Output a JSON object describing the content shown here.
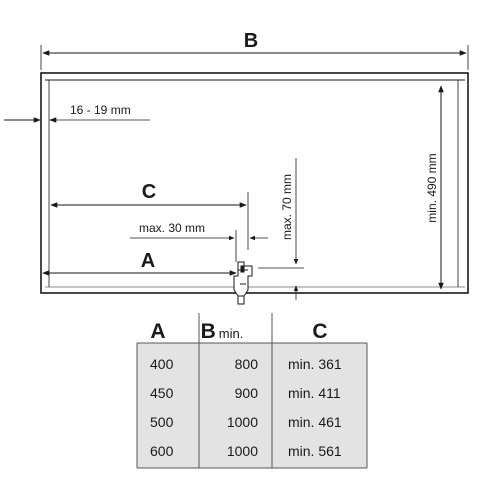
{
  "labels": {
    "a": "A",
    "b": "B",
    "c": "C",
    "gap": "16 - 19 mm",
    "max30": "max. 30 mm",
    "max70": "max. 70 mm",
    "min490": "min. 490 mm"
  },
  "table": {
    "headers": {
      "a": "A",
      "b": "B",
      "b_suffix": "min.",
      "c": "C"
    },
    "rows": [
      {
        "a": "400",
        "b": "800",
        "c": "min. 361"
      },
      {
        "a": "450",
        "b": "900",
        "c": "min. 411"
      },
      {
        "a": "500",
        "b": "1000",
        "c": "min. 461"
      },
      {
        "a": "600",
        "b": "1000",
        "c": "min. 561"
      }
    ]
  },
  "colors": {
    "line": "#1a1a1a",
    "table_bg": "#e3e3e3",
    "table_line": "#555555"
  }
}
